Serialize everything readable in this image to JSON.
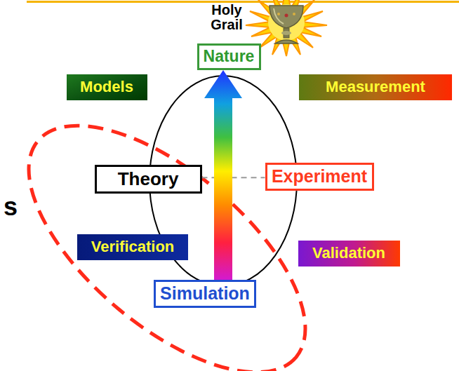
{
  "diagram": {
    "nodes": [
      {
        "text": [
          "Nature"
        ]
      },
      {
        "text": [
          "Models"
        ]
      },
      {
        "text": [
          "Measurement"
        ]
      },
      {
        "text": [
          "Theory"
        ]
      },
      {
        "text": [
          "Experiment"
        ]
      },
      {
        "text": [
          "Verification"
        ]
      },
      {
        "text": [
          "Validation"
        ]
      },
      {
        "text": [
          "Simulation"
        ]
      }
    ],
    "edges": [
      {
        "from": 3,
        "to": 4,
        "arrow": "none"
      },
      {
        "from": 7,
        "to": 0,
        "arrow": "to"
      }
    ],
    "labels": [
      "Holy Grail",
      "s"
    ]
  }
}
